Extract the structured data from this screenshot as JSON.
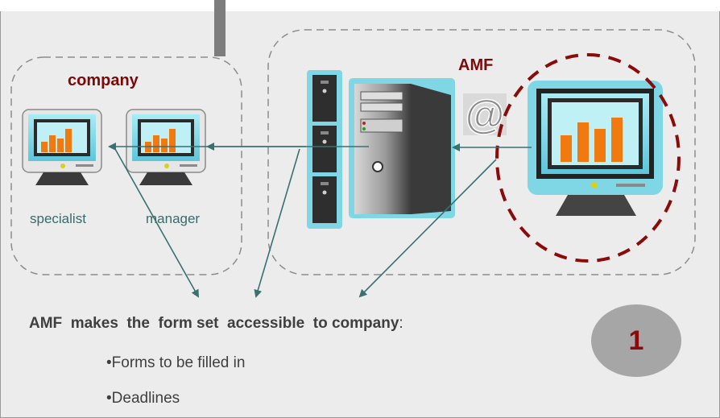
{
  "groups": {
    "company_title": "company",
    "amf_title": "AMF"
  },
  "labels": {
    "specialist": "specialist",
    "manager": "manager"
  },
  "statement": {
    "subject": "AMF",
    "w1": "makes",
    "w2": "the",
    "w3": "form set",
    "w4": "accessible",
    "w5": "to",
    "w6": "company",
    "colon": ":"
  },
  "bullets": [
    {
      "mark": "•",
      "text": "Forms to be filled in"
    },
    {
      "mark": "•",
      "text": "Deadlines"
    }
  ],
  "step_number": "1",
  "email_symbol": "@",
  "colors": {
    "accent_red": "#8b0a0a",
    "arrow_teal": "#3a7070",
    "chart_orange": "#f07a10",
    "screen_blue": "#7fd7e6"
  },
  "icons": [
    "monitor-icon",
    "server-rack-icon",
    "computer-tower-icon",
    "email-at-icon"
  ]
}
